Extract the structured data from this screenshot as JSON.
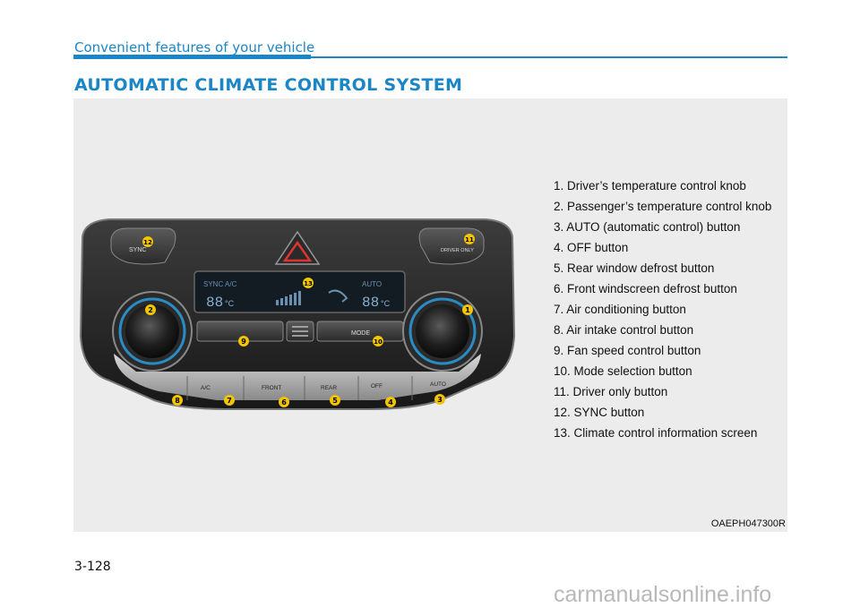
{
  "header": {
    "section": "Convenient features of your vehicle",
    "title": "AUTOMATIC CLIMATE CONTROL SYSTEM"
  },
  "figure": {
    "code": "OAEPH047300R",
    "panel": {
      "display_left_label": "SYNC  A/C",
      "display_right_label": "AUTO",
      "temp_left": "88",
      "temp_right": "88",
      "unit": "°C",
      "mode_label": "MODE",
      "buttons": {
        "sync": "SYNC",
        "driver_only": "DRIVER ONLY",
        "ac": "A/C",
        "front": "FRONT",
        "rear": "REAR",
        "off": "OFF",
        "auto": "AUTO"
      },
      "callouts": [
        "1",
        "2",
        "3",
        "4",
        "5",
        "6",
        "7",
        "8",
        "9",
        "10",
        "11",
        "12",
        "13"
      ]
    },
    "legend": [
      "1. Driver’s temperature control knob",
      "2. Passenger’s temperature control knob",
      "3. AUTO (automatic control) button",
      "4. OFF button",
      "5. Rear window defrost button",
      "6. Front windscreen defrost button",
      "7. Air conditioning button",
      "8. Air intake control button",
      "9. Fan speed control button",
      "10. Mode selection button",
      "11. Driver only button",
      "12. SYNC button",
      "13. Climate control information screen"
    ]
  },
  "footer": {
    "page_number": "3-128",
    "watermark": "carmanualsonline.info"
  }
}
